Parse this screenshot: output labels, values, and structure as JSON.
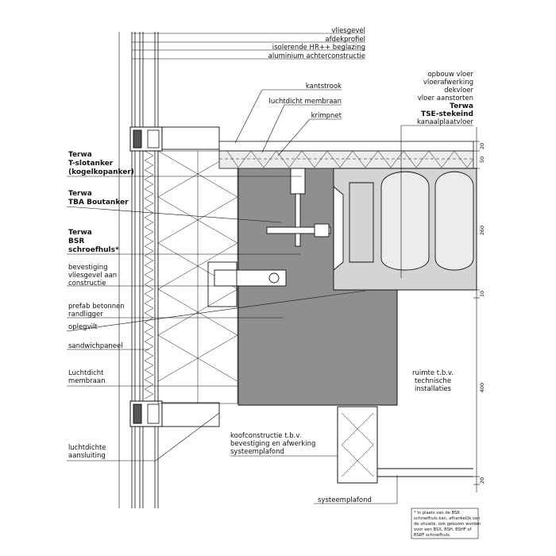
{
  "labels_top": [
    "vliesgevel",
    "afdekprofiel",
    "isolerende HR++ beglazing",
    "aluminium achterconstructie"
  ],
  "labels_right_top": [
    "opbouw vloer",
    "vloerafwerking",
    "dekvloer",
    "vloer aanstorten"
  ],
  "terwa_tse": [
    "Terwa",
    "TSE-stekeind"
  ],
  "kanaalplaat": "kanaalplaatvloer",
  "kantstrook": "kantstrook",
  "luchtdicht_membraan_top": "luchtdicht membraan",
  "krimpnet": "krimpnet",
  "terwa_t_slot": [
    "Terwa",
    "T-slotanker",
    "(kogelkopanker)"
  ],
  "terwa_tba": [
    "Terwa",
    "TBA Boutanker"
  ],
  "terwa_bsr": [
    "Terwa",
    "BSR",
    "schroefhuls*"
  ],
  "bevestiging": [
    "bevestiging",
    "vliesgevel aan",
    "constructie"
  ],
  "randligger": [
    "prefab betonnen",
    "randligger"
  ],
  "oplegvilt": "oplegvilt",
  "sandwichpaneel": "sandwichpaneel",
  "luchtdicht_membraan_left": [
    "Luchtdicht",
    "membraan"
  ],
  "luchtdichte_aansluiting": [
    "luchtdichte",
    "aansluiting"
  ],
  "koof": [
    "koofconstructie t.b.v.",
    "bevestiging en afwerking",
    "systeemplafond"
  ],
  "ruimte": [
    "ruimte t.b.v.",
    "technische",
    "installaties"
  ],
  "systeemplafond": "systeemplafond",
  "dimensions": [
    "20",
    "50",
    "260",
    "10",
    "400",
    "20"
  ],
  "footnote": [
    "* In plaats van de BSR",
    "schroefhuls kan, afhankelijk van",
    "de situatie, ook gekozen worden",
    "voor een BSX, BSH, BSHF of",
    "BSRF schroefhuls."
  ],
  "colors": {
    "concrete": "#8f8f8f",
    "hollowcore": "#d4d4d4",
    "line": "#111111",
    "screed": "#ececec"
  }
}
